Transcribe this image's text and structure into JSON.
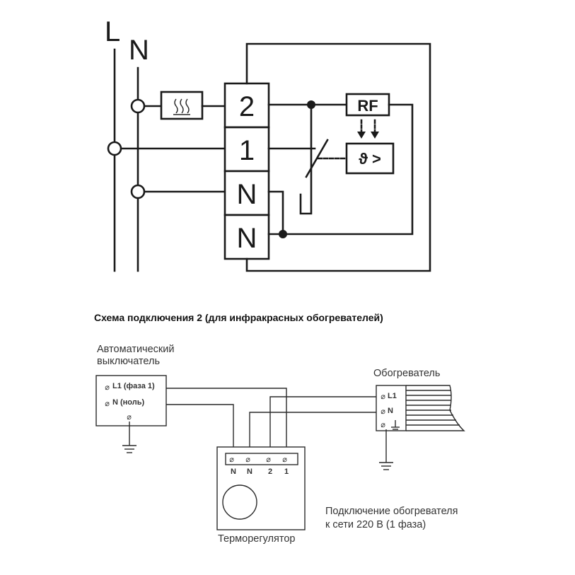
{
  "top": {
    "line_L": "L",
    "line_N": "N",
    "terminals": [
      "2",
      "1",
      "N",
      "N"
    ],
    "heater_symbol": "≋",
    "rf_label": "RF",
    "sensor_symbol": "ϑ >"
  },
  "caption": "Схема подключения 2 (для инфракрасных обогревателей)",
  "breaker": {
    "title_line1": "Автоматический",
    "title_line2": "выключатель",
    "l1_label": "L1 (фаза 1)",
    "n_label": "N  (ноль)"
  },
  "heater": {
    "title": "Обогреватель",
    "l1_label": "L1",
    "n_label": "N"
  },
  "thermostat": {
    "title": "Терморегулятор",
    "terminals": [
      "N",
      "N",
      "2",
      "1"
    ]
  },
  "note": {
    "line1": "Подключение обогревателя",
    "line2": "к сети 220 В (1 фаза)"
  },
  "terminal_glyph": "⌀"
}
